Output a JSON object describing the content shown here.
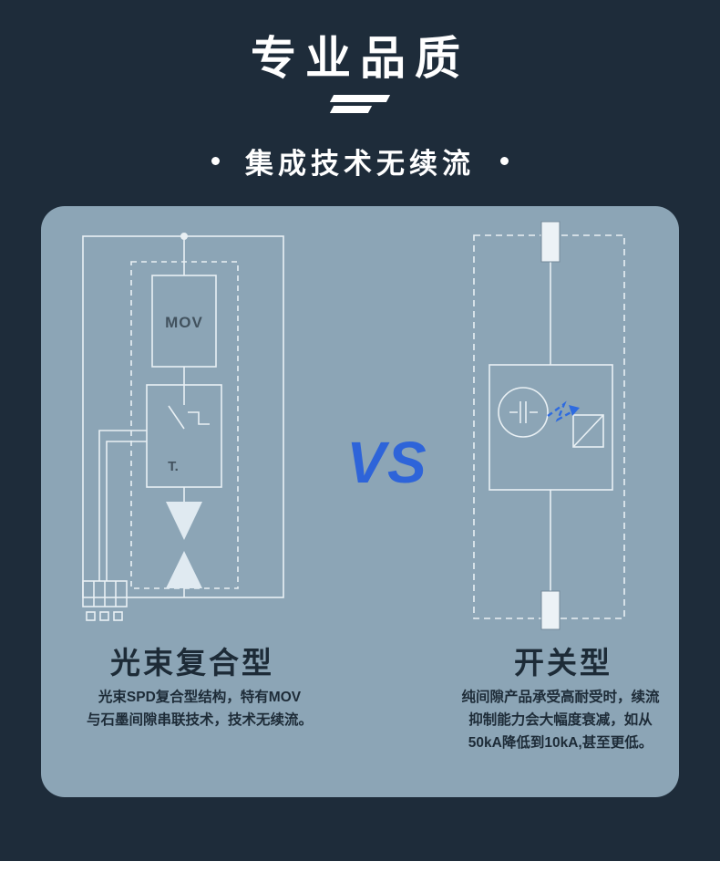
{
  "colors": {
    "background": "#1e2c3a",
    "panel": "#8ca5b6",
    "accent_blue": "#2e64d9",
    "diagram_line": "#e9f0f4",
    "text_light": "#ffffff",
    "text_dark": "#1d2b37"
  },
  "header": {
    "title": "专业品质",
    "bullet": "•",
    "subtitle": "集成技术无续流"
  },
  "comparison": {
    "vs_label": "VS",
    "left": {
      "labels": {
        "mov": "MOV",
        "trigger": "T."
      },
      "heading": "光束复合型",
      "description": [
        "光束SPD复合型结构，特有MOV",
        "与石墨间隙串联技术，技术无续流。"
      ]
    },
    "right": {
      "heading": "开关型",
      "description": [
        "纯间隙产品承受高耐受时，续流",
        "抑制能力会大幅度衰减，如从",
        "50kA降低到10kA,甚至更低。"
      ]
    }
  }
}
